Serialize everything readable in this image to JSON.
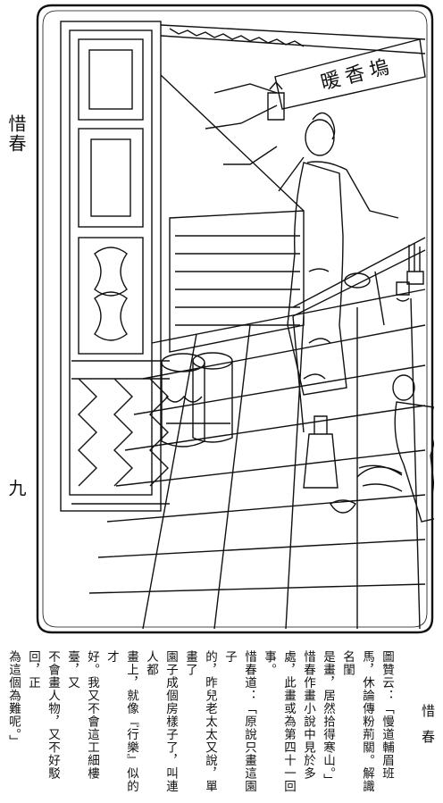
{
  "margin": {
    "name_label": "惜春",
    "page_number": "九"
  },
  "plate": {
    "signboard": "暖香塢"
  },
  "caption": {
    "title": "惜春",
    "lines": [
      "圖贊云：「慢道輔眉班",
      "馬，休論傳粉荊關。解識名閨",
      "是畫，居然拾得寒山。」",
      "惜春作畫小說中見於多",
      "處，此畫或為第四十一回事。",
      "惜春道：「原說只畫這園子",
      "的，昨兒老太太又說，單畫了",
      "園子成個房樣子了，叫連人都",
      "畫上，就像『行樂』似的才",
      "好。我又不會這工細樓臺，又",
      "不會畫人物，又不好駁回，正",
      "為這個為難呢。」"
    ]
  }
}
